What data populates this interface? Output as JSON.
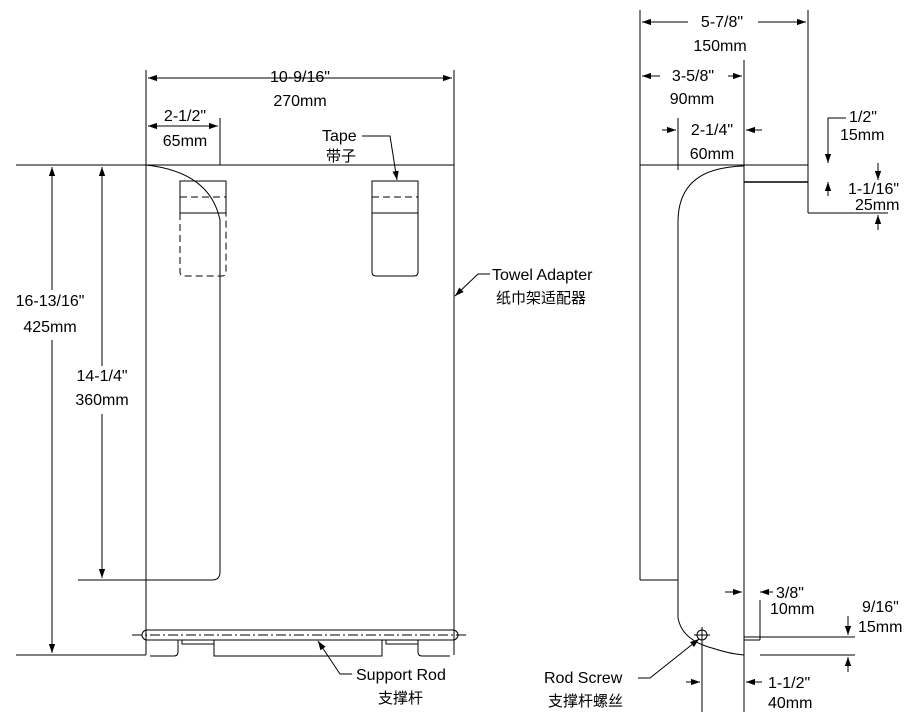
{
  "front_view": {
    "width": {
      "imperial": "10-9/16\"",
      "metric": "270mm"
    },
    "tape_offset": {
      "imperial": "2-1/2\"",
      "metric": "65mm"
    },
    "total_height": {
      "imperial": "16-13/16\"",
      "metric": "425mm"
    },
    "inner_height": {
      "imperial": "14-1/4\"",
      "metric": "360mm"
    },
    "tape_label": {
      "en": "Tape",
      "cn": "带子"
    },
    "adapter_label": {
      "en": "Towel Adapter",
      "cn": "纸巾架适配器"
    },
    "rod_label": {
      "en": "Support Rod",
      "cn": "支撑杆"
    }
  },
  "side_view": {
    "depth_total": {
      "imperial": "5-7/8\"",
      "metric": "150mm"
    },
    "depth_mid": {
      "imperial": "3-5/8\"",
      "metric": "90mm"
    },
    "depth_inner": {
      "imperial": "2-1/4\"",
      "metric": "60mm"
    },
    "lip_height": {
      "imperial": "1/2\"",
      "metric": "15mm"
    },
    "lip_depth": {
      "imperial": "1-1/16\"",
      "metric": "25mm"
    },
    "screw_offset": {
      "imperial": "3/8\"",
      "metric": "10mm"
    },
    "rod_height": {
      "imperial": "9/16\"",
      "metric": "15mm"
    },
    "screw_depth": {
      "imperial": "1-1/2\"",
      "metric": "40mm"
    },
    "screw_label": {
      "en": "Rod Screw",
      "cn": "支撑杆螺丝"
    }
  }
}
